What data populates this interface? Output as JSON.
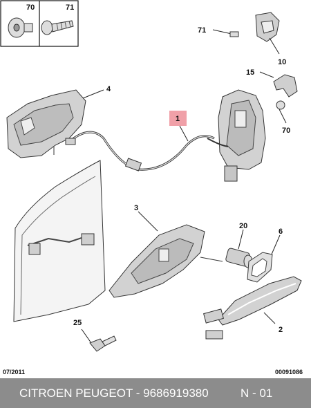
{
  "inset_labels": [
    "70",
    "71"
  ],
  "callouts": {
    "c71": "71",
    "c10": "10",
    "c15": "15",
    "c4": "4",
    "c1": "1",
    "c70": "70",
    "c3": "3",
    "c20": "20",
    "c6": "6",
    "c2": "2",
    "c25": "25"
  },
  "footer": {
    "date": "07/2011",
    "ref": "00091086"
  },
  "caption": {
    "text": "CITROEN PEUGEOT - 9686919380",
    "code": "N - 01"
  },
  "colors": {
    "highlight": "#f0a0a8",
    "part_fill": "#d2d2d2",
    "line": "#222222",
    "caption_bg": "#8c8c8c"
  }
}
